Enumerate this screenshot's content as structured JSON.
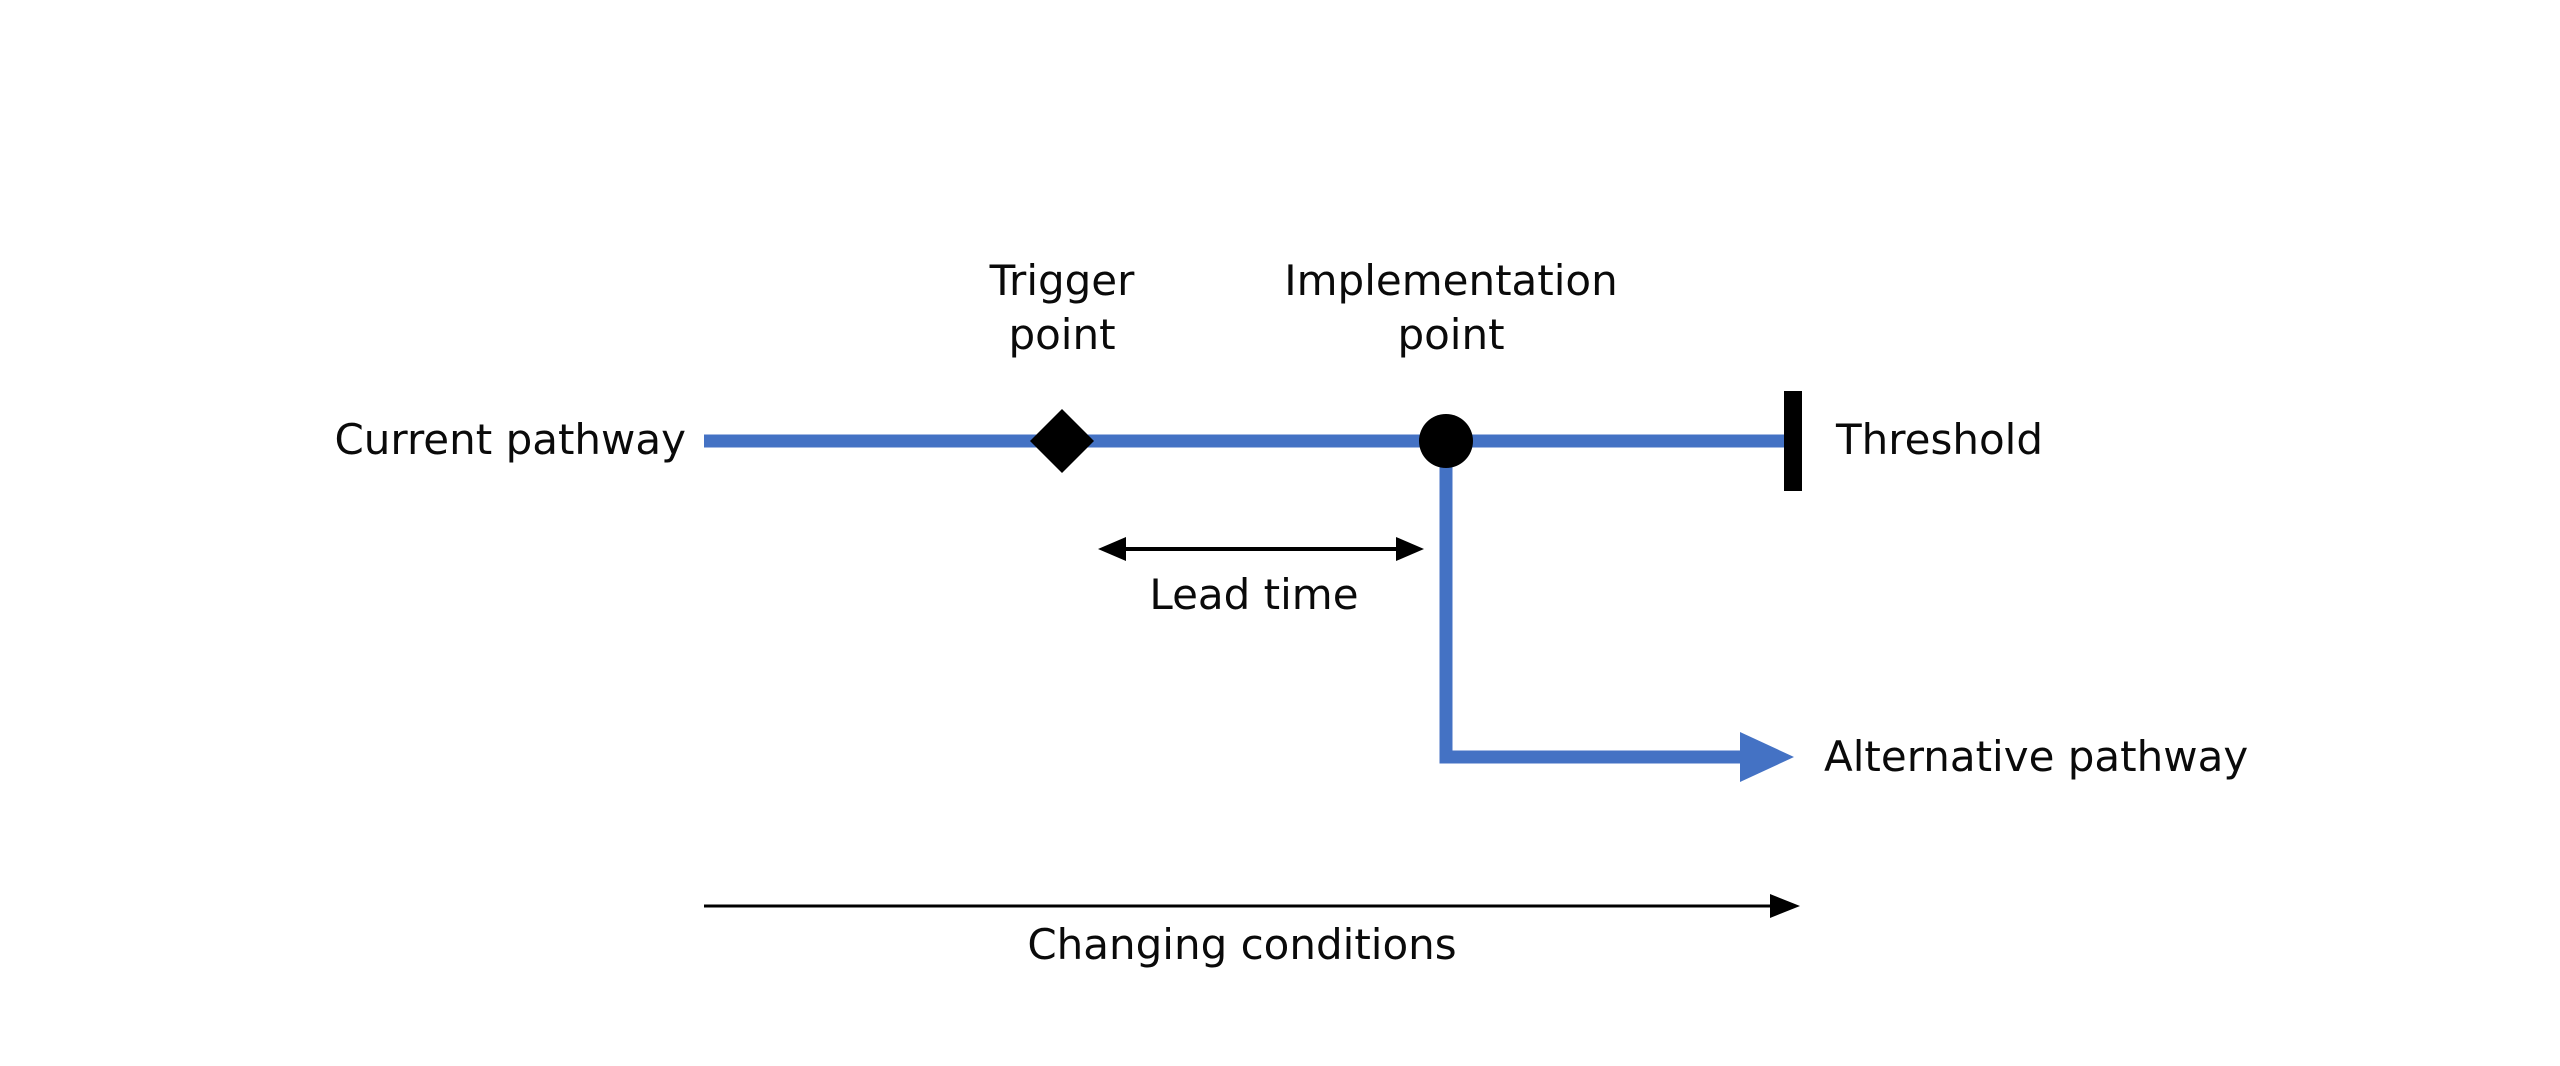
{
  "diagram": {
    "labels": {
      "current_pathway": "Current pathway",
      "trigger_point_line1": "Trigger",
      "trigger_point_line2": "point",
      "implementation_point_line1": "Implementation",
      "implementation_point_line2": "point",
      "threshold": "Threshold",
      "lead_time": "Lead time",
      "alternative_pathway": "Alternative pathway",
      "changing_conditions": "Changing conditions"
    },
    "colors": {
      "pathway_blue": "#4472C4",
      "marker_black": "#000000",
      "background": "#FFFFFF"
    }
  }
}
